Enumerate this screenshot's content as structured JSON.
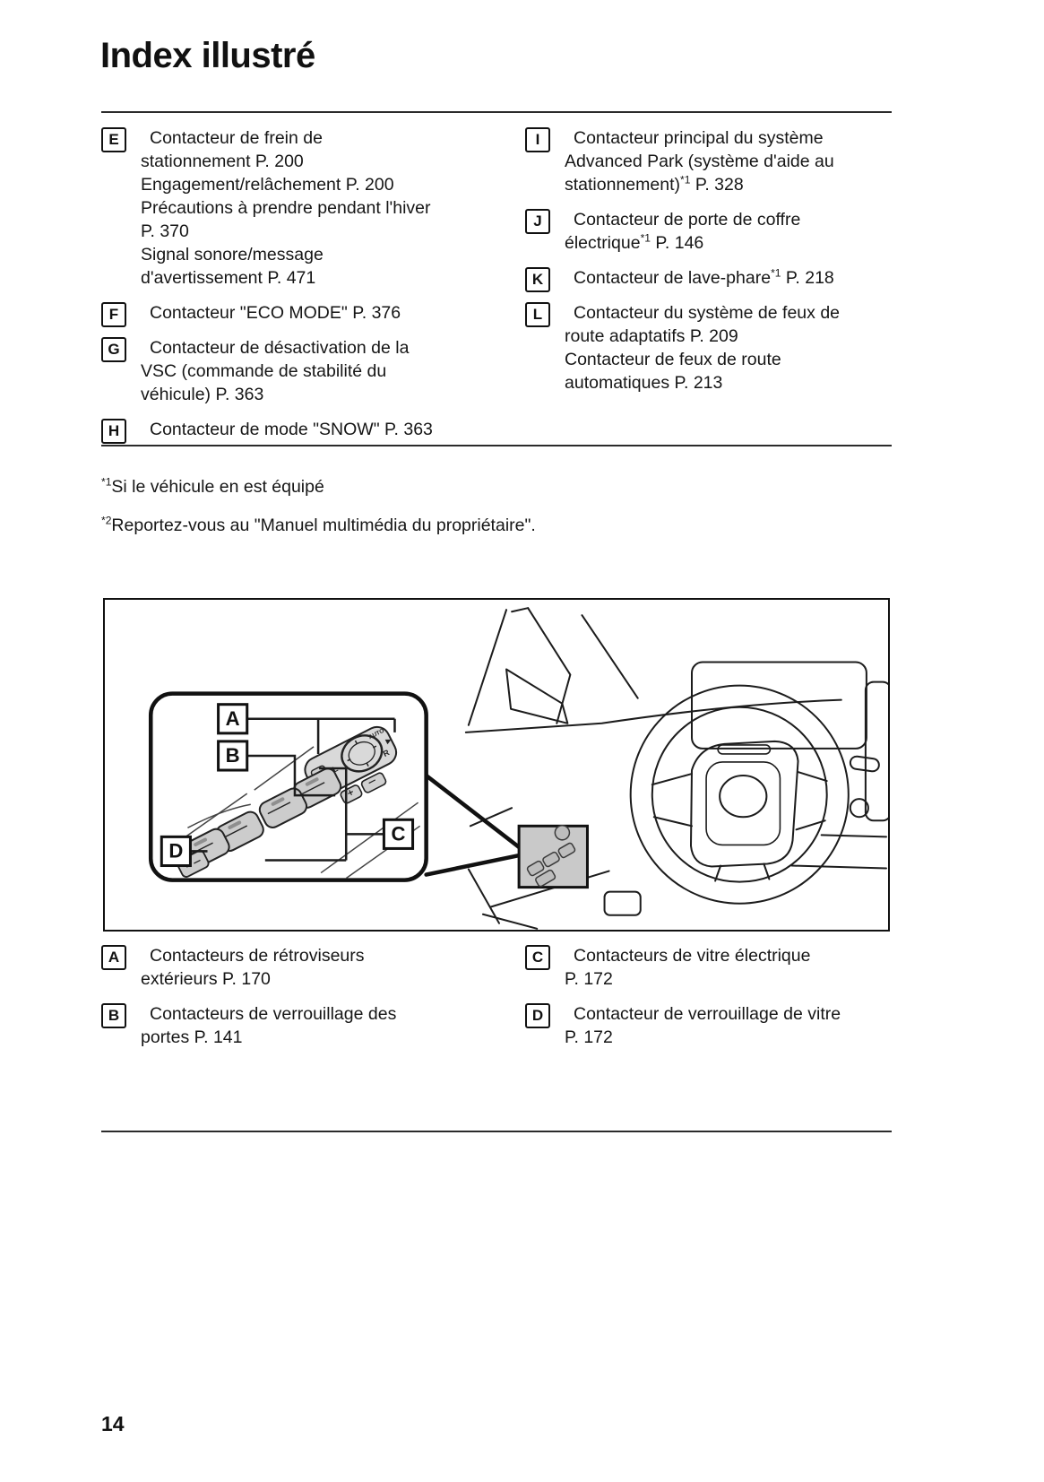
{
  "page": {
    "title": "Index illustré",
    "page_number": "14"
  },
  "top_index": {
    "left": [
      {
        "letter": "E",
        "lines": [
          "Contacteur de frein de",
          "stationnement P. 200",
          "Engagement/relâchement P. 200",
          "Précautions à prendre pendant l'hiver",
          "P. 370",
          "Signal sonore/message",
          "d'avertissement P. 471"
        ]
      },
      {
        "letter": "F",
        "lines": [
          "Contacteur \"ECO MODE\" P. 376"
        ]
      },
      {
        "letter": "G",
        "lines": [
          "Contacteur de désactivation de la",
          "VSC (commande de stabilité du",
          "véhicule) P. 363"
        ]
      },
      {
        "letter": "H",
        "lines": [
          "Contacteur de mode \"SNOW\" P. 363"
        ]
      }
    ],
    "right": [
      {
        "letter": "I",
        "lines": [
          "Contacteur principal du système",
          "Advanced Park (système d'aide au",
          "stationnement)*1 P. 328"
        ]
      },
      {
        "letter": "J",
        "lines": [
          "Contacteur de porte de coffre",
          "électrique*1 P. 146"
        ]
      },
      {
        "letter": "K",
        "lines": [
          "Contacteur de lave-phare*1 P. 218"
        ]
      },
      {
        "letter": "L",
        "lines": [
          "Contacteur du système de feux de",
          "route adaptatifs P. 209",
          "Contacteur de feux de route",
          "automatiques P. 213"
        ]
      }
    ]
  },
  "footnotes": [
    "*1Si le véhicule en est équipé",
    "*2Reportez-vous au \"Manuel multimédia du propriétaire\"."
  ],
  "bottom_index": {
    "left": [
      {
        "letter": "A",
        "lines": [
          "Contacteurs de rétroviseurs",
          "extérieurs P. 170"
        ]
      },
      {
        "letter": "B",
        "lines": [
          "Contacteurs de verrouillage des",
          "portes P. 141"
        ]
      }
    ],
    "right": [
      {
        "letter": "C",
        "lines": [
          "Contacteurs de vitre électrique",
          "P. 172"
        ]
      },
      {
        "letter": "D",
        "lines": [
          "Contacteur de verrouillage de vitre",
          "P. 172"
        ]
      }
    ]
  },
  "illustration": {
    "labels": [
      "A",
      "B",
      "C",
      "D"
    ],
    "panel_labels": {
      "left": "L",
      "right": "R",
      "auto": "AUTO"
    }
  }
}
